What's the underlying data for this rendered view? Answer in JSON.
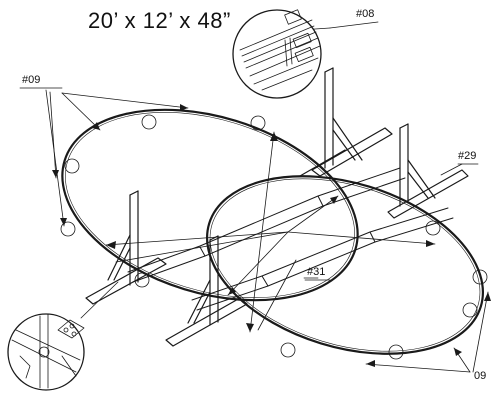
{
  "title": "20’ x 12’ x 48”",
  "callouts": {
    "c08": "#08",
    "c09_left": "#09",
    "c29": "#29",
    "c31": "#31",
    "c09_right": "09"
  },
  "colors": {
    "line": "#1a1a1a",
    "background": "#ffffff"
  }
}
